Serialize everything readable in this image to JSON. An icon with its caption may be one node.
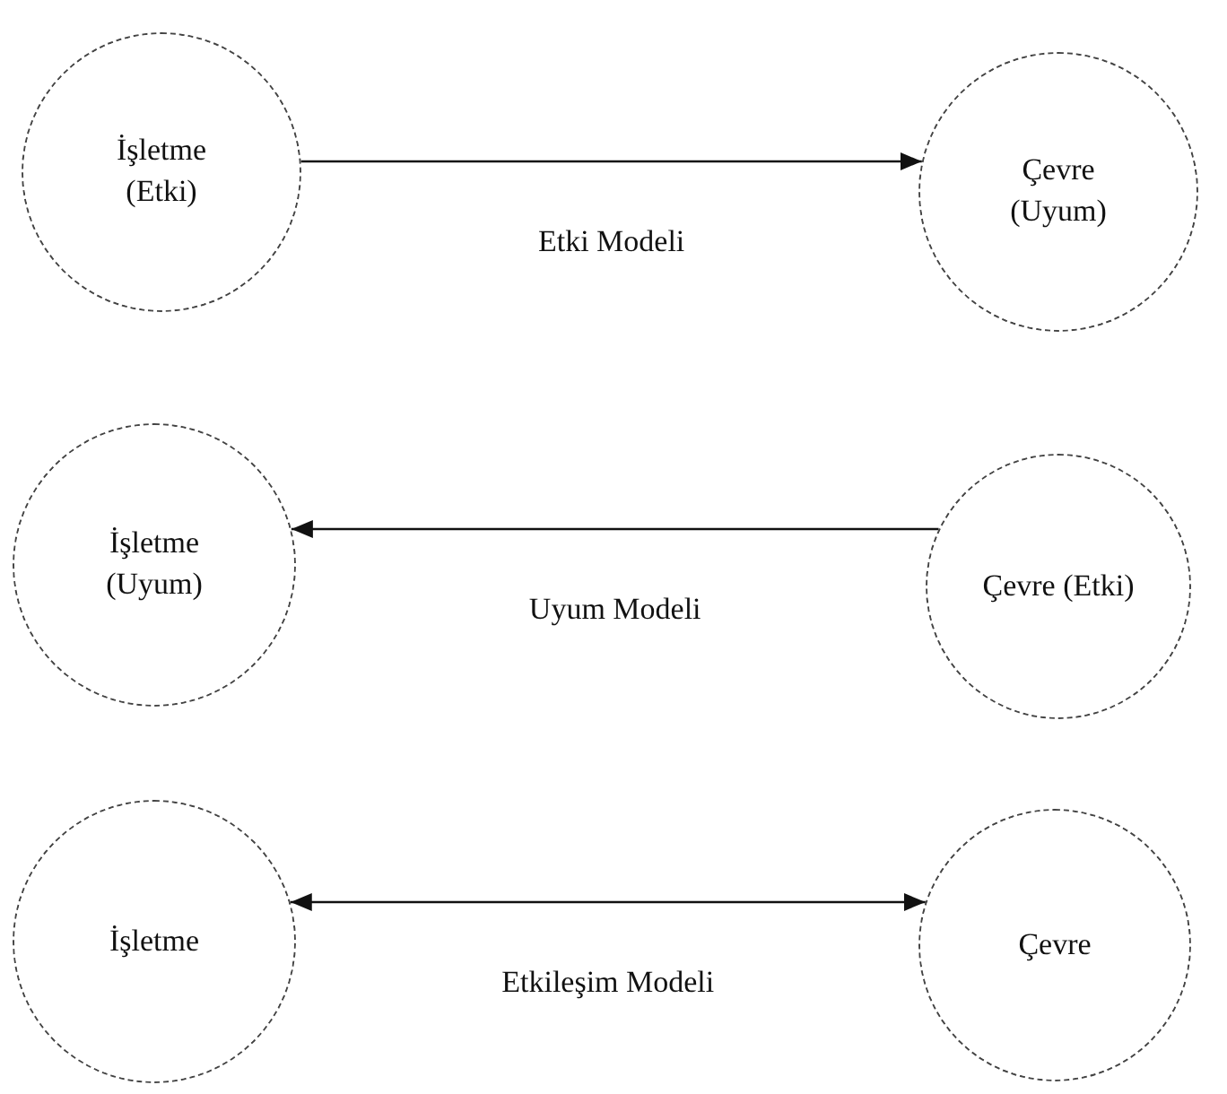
{
  "diagram": {
    "nodes": [
      {
        "text": [
          "İşletme (Etki)"
        ]
      },
      {
        "text": [
          "Çevre (Uyum)"
        ]
      },
      {
        "text": [
          "İşletme (Uyum)"
        ]
      },
      {
        "text": [
          "Çevre (Etki)"
        ]
      },
      {
        "text": [
          "İşletme"
        ]
      },
      {
        "text": [
          "Çevre"
        ]
      }
    ],
    "edges": [
      {
        "from": 0,
        "to": 1,
        "arrow": "to",
        "label": "Etki Modeli"
      },
      {
        "from": 3,
        "to": 2,
        "arrow": "to",
        "label": "Uyum Modeli"
      },
      {
        "from": 4,
        "to": 5,
        "arrow": "both",
        "label": "Etkileşim Modeli"
      }
    ]
  }
}
